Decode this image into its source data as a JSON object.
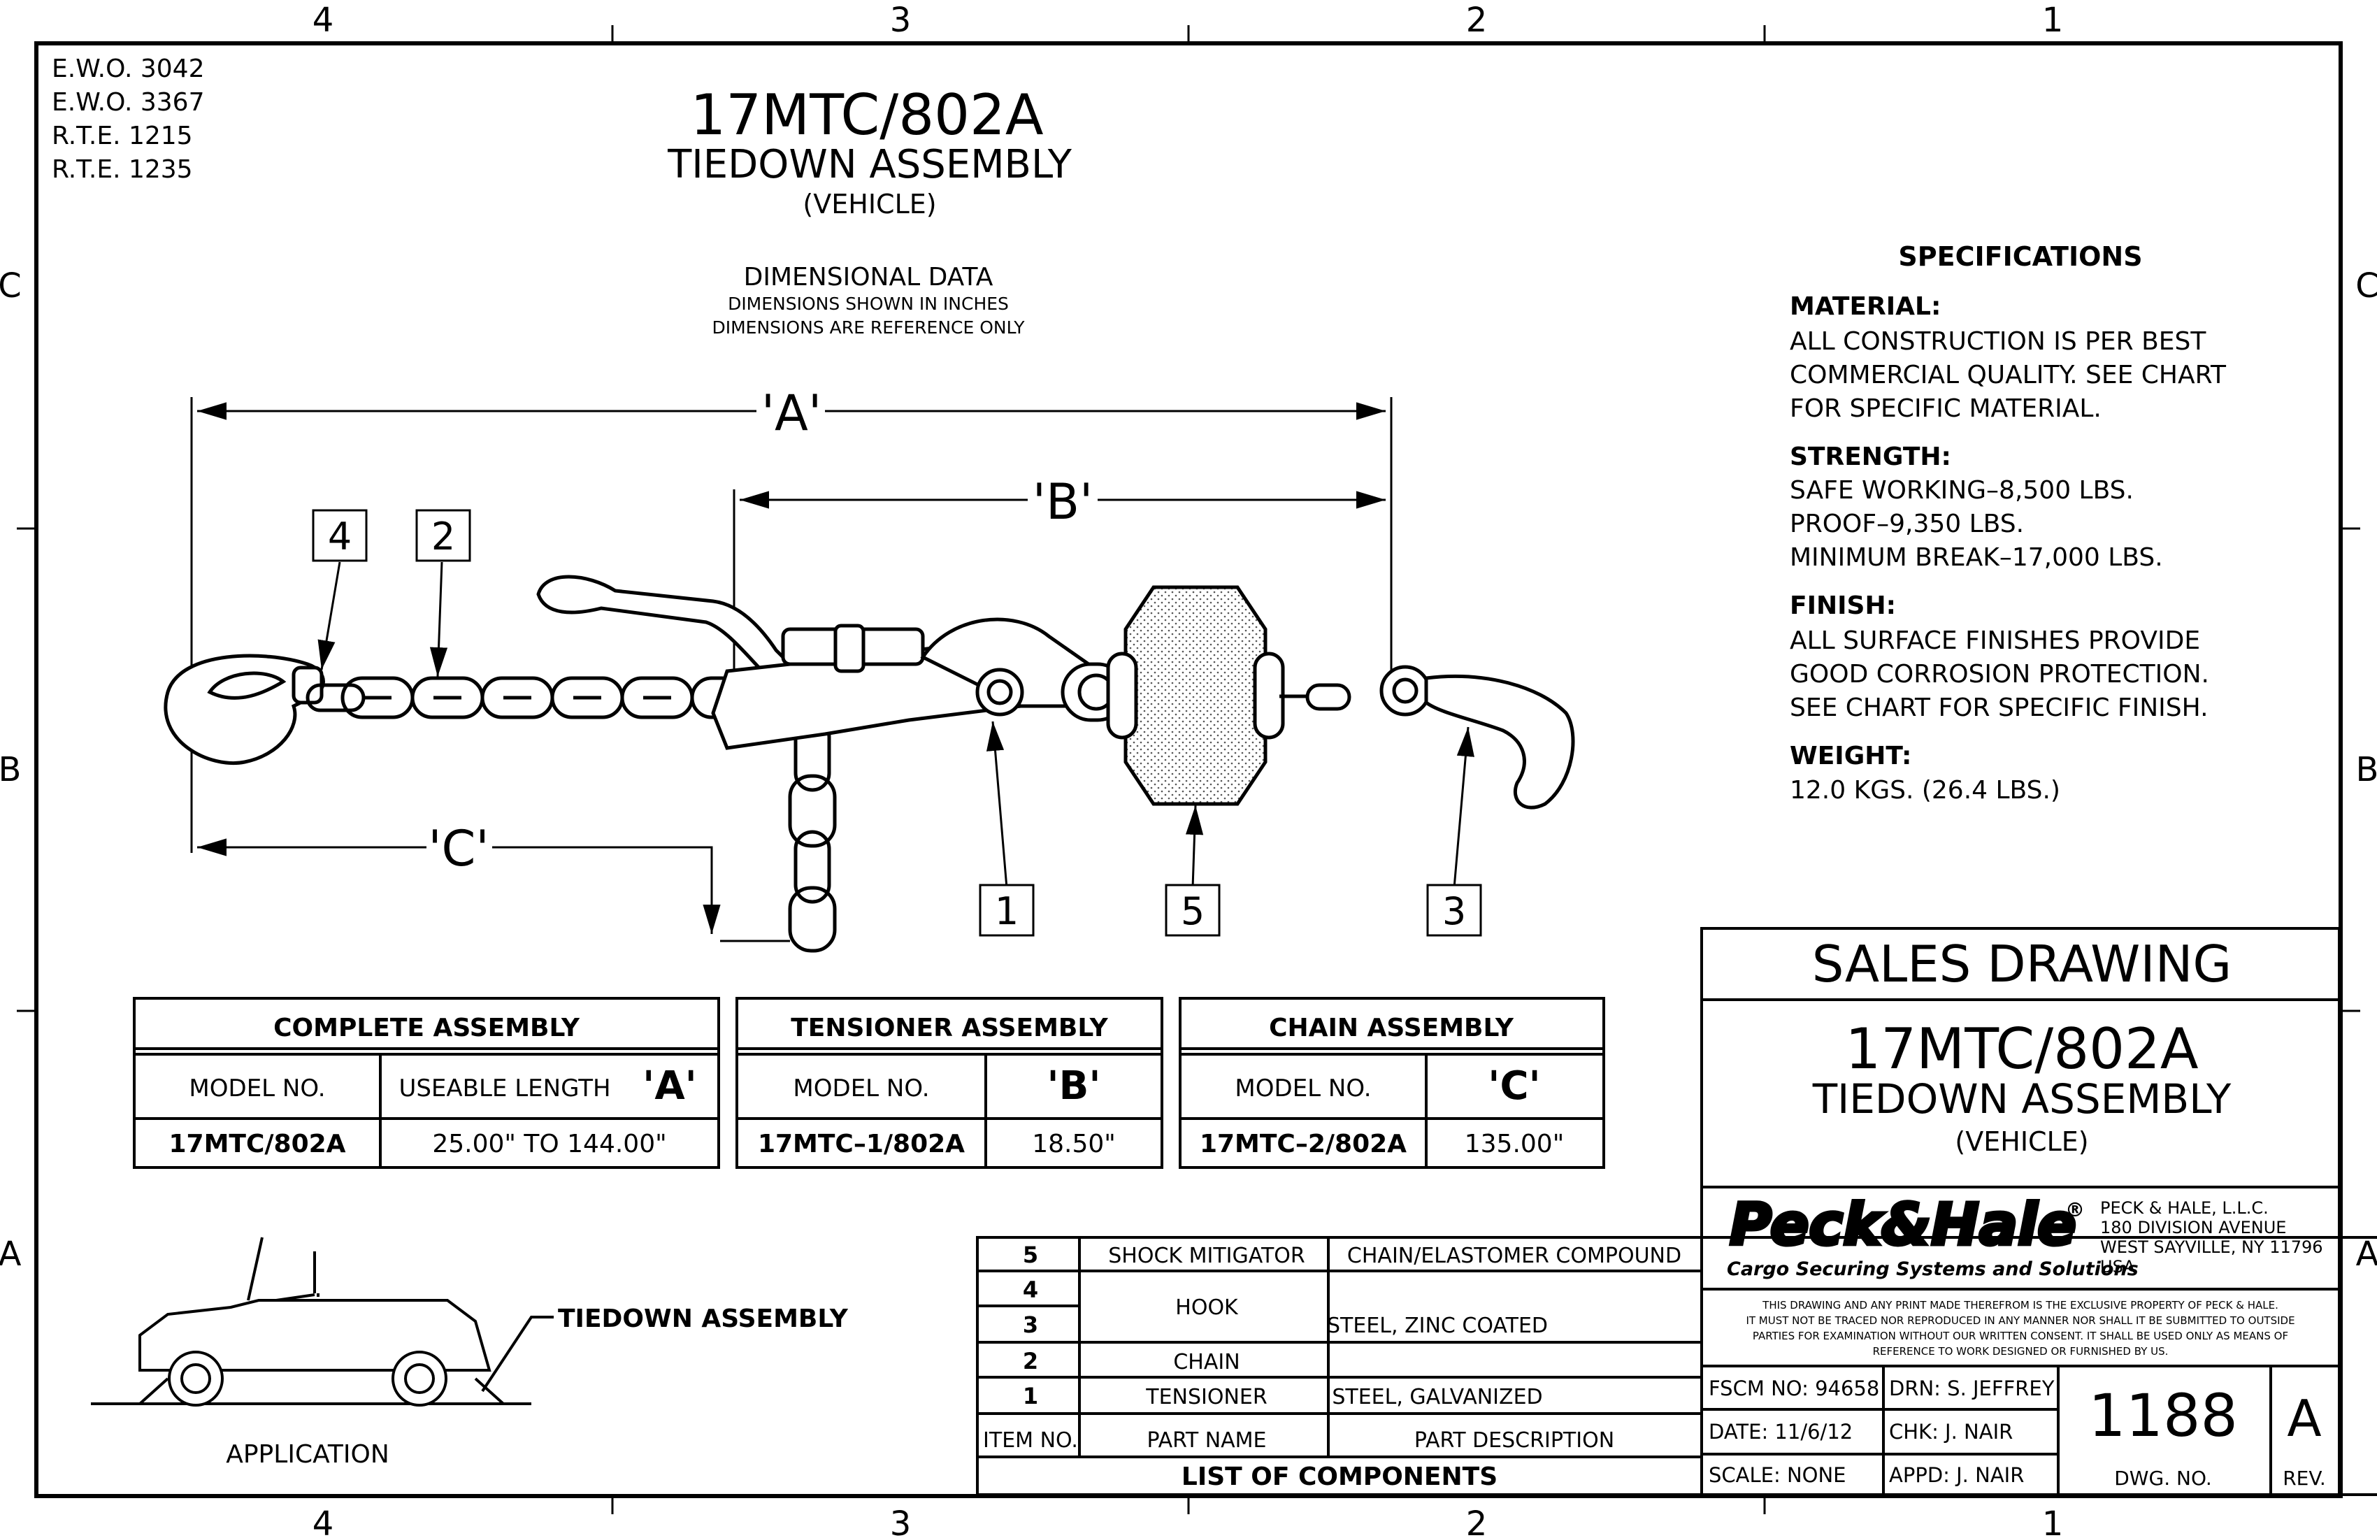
{
  "zones": {
    "top": [
      "4",
      "3",
      "2",
      "1"
    ],
    "bottom": [
      "4",
      "3",
      "2",
      "1"
    ],
    "left": [
      "C",
      "B",
      "A"
    ],
    "right": [
      "C",
      "B",
      "A"
    ]
  },
  "revisions": [
    "E.W.O.  3042",
    "E.W.O.  3367",
    "R.T.E.  1215",
    "R.T.E.  1235"
  ],
  "title": {
    "model": "17MTC/802A",
    "name": "TIEDOWN  ASSEMBLY",
    "sub": "(VEHICLE)"
  },
  "dimensional": {
    "heading": "DIMENSIONAL  DATA",
    "note1": "DIMENSIONS  SHOWN  IN  INCHES",
    "note2": "DIMENSIONS  ARE  REFERENCE  ONLY"
  },
  "dim_labels": {
    "a": "'A'",
    "b": "'B'",
    "c": "'C'"
  },
  "callouts": [
    "4",
    "2",
    "1",
    "5",
    "3"
  ],
  "specs": {
    "heading": "SPECIFICATIONS",
    "material_h": "MATERIAL:",
    "material": [
      "ALL  CONSTRUCTION  IS  PER  BEST",
      "COMMERCIAL  QUALITY.  SEE  CHART",
      "FOR  SPECIFIC  MATERIAL."
    ],
    "strength_h": "STRENGTH:",
    "strength": [
      "SAFE  WORKING–8,500  LBS.",
      "PROOF–9,350  LBS.",
      "MINIMUM  BREAK–17,000  LBS."
    ],
    "finish_h": "FINISH:",
    "finish": [
      "ALL  SURFACE  FINISHES  PROVIDE",
      "GOOD  CORROSION  PROTECTION.",
      "SEE  CHART  FOR  SPECIFIC  FINISH."
    ],
    "weight_h": "WEIGHT:",
    "weight": "12.0  KGS.  (26.4  LBS.)"
  },
  "tables": {
    "complete": {
      "title": "COMPLETE  ASSEMBLY",
      "h1": "MODEL  NO.",
      "h2": "USEABLE  LENGTH",
      "h2b": "'A'",
      "v1": "17MTC/802A",
      "v2": "25.00\"  TO  144.00\""
    },
    "tensioner": {
      "title": "TENSIONER  ASSEMBLY",
      "h1": "MODEL  NO.",
      "h2": "'B'",
      "v1": "17MTC–1/802A",
      "v2": "18.50\""
    },
    "chain": {
      "title": "CHAIN  ASSEMBLY",
      "h1": "MODEL  NO.",
      "h2": "'C'",
      "v1": "17MTC–2/802A",
      "v2": "135.00\""
    }
  },
  "application": {
    "label": "APPLICATION",
    "callout": "TIEDOWN  ASSEMBLY"
  },
  "components": {
    "rows": [
      {
        "item": "5",
        "name": "SHOCK  MITIGATOR",
        "desc": "CHAIN/ELASTOMER  COMPOUND"
      },
      {
        "item": "4",
        "name": "HOOK",
        "desc": "STEEL,  ZINC  COATED"
      },
      {
        "item": "3",
        "name": "",
        "desc": ""
      },
      {
        "item": "2",
        "name": "CHAIN",
        "desc": ""
      },
      {
        "item": "1",
        "name": "TENSIONER",
        "desc": "STEEL,  GALVANIZED"
      }
    ],
    "h_item": "ITEM  NO.",
    "h_name": "PART  NAME",
    "h_desc": "PART  DESCRIPTION",
    "title": "LIST  OF  COMPONENTS"
  },
  "titleblock": {
    "sales": "SALES  DRAWING",
    "model": "17MTC/802A",
    "name": "TIEDOWN  ASSEMBLY",
    "sub": "(VEHICLE)",
    "logo": "Peck&Hale",
    "logo_reg": "®",
    "tagline": "Cargo Securing Systems and Solutions",
    "company": [
      "PECK  &  HALE,  L.L.C.",
      "180  DIVISION  AVENUE",
      "WEST  SAYVILLE,  NY  11796",
      "USA"
    ],
    "notice": [
      "THIS  DRAWING  AND  ANY  PRINT  MADE  THEREFROM  IS  THE  EXCLUSIVE  PROPERTY  OF  PECK  &  HALE.",
      "IT  MUST  NOT  BE  TRACED  NOR  REPRODUCED  IN  ANY  MANNER  NOR  SHALL  IT  BE  SUBMITTED  TO  OUTSIDE",
      "PARTIES  FOR  EXAMINATION  WITHOUT  OUR  WRITTEN  CONSENT.   IT  SHALL  BE  USED  ONLY  AS  MEANS  OF",
      "REFERENCE  TO  WORK  DESIGNED  OR  FURNISHED  BY  US."
    ],
    "fscm": "FSCM  NO:  94658",
    "drn": "DRN: S.  JEFFREY",
    "date": "DATE: 11/6/12",
    "chk": "CHK:  J.  NAIR",
    "scale": "SCALE:  NONE",
    "appd": "APPD:  J.  NAIR",
    "dwg_no": "1188",
    "dwg_label": "DWG.  NO.",
    "rev": "A",
    "rev_label": "REV."
  }
}
